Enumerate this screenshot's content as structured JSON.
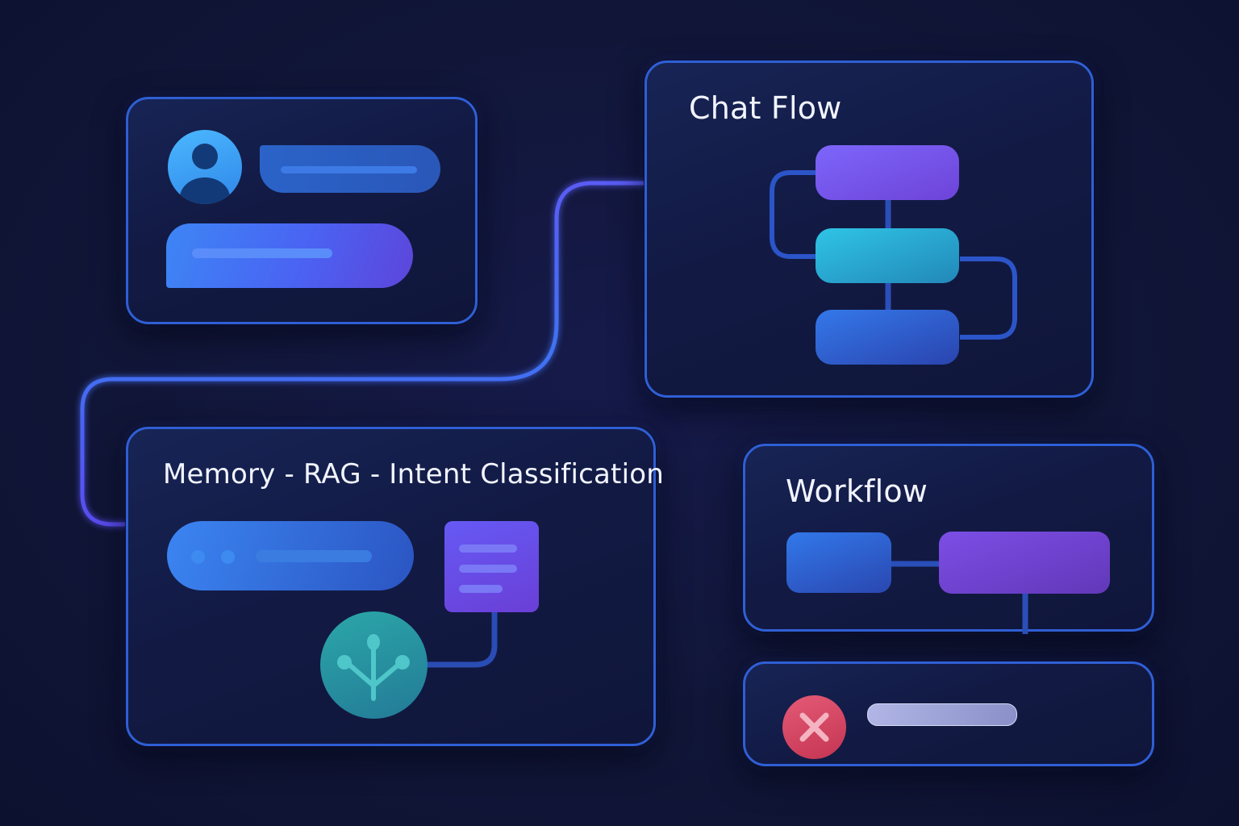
{
  "colors": {
    "background": "#111638",
    "card_border": "#2f5fd6",
    "connector_blue": "#3f6af0",
    "connector_purple": "#7b3ff2",
    "node_purple": "#7d5cf5",
    "node_cyan": "#2bbfe0",
    "node_blue": "#2f62e0",
    "avatar": "#3fa6f5",
    "error_red": "#d9435f",
    "tree_teal": "#2a9ba3"
  },
  "cards": {
    "chat": {
      "avatar_icon": "user-avatar-icon",
      "message_bubbles": 2
    },
    "chat_flow": {
      "title": "Chat Flow",
      "nodes": [
        "purple-node",
        "cyan-node",
        "blue-node"
      ]
    },
    "memory": {
      "title": "Memory - RAG - Intent Classification",
      "input_icon": "typing-input-icon",
      "document_icon": "document-icon",
      "tree_icon": "branch-tree-icon"
    },
    "workflow": {
      "title": "Workflow",
      "nodes": [
        "blue-step",
        "purple-step"
      ]
    },
    "error": {
      "status_icon": "error-x-icon"
    }
  }
}
